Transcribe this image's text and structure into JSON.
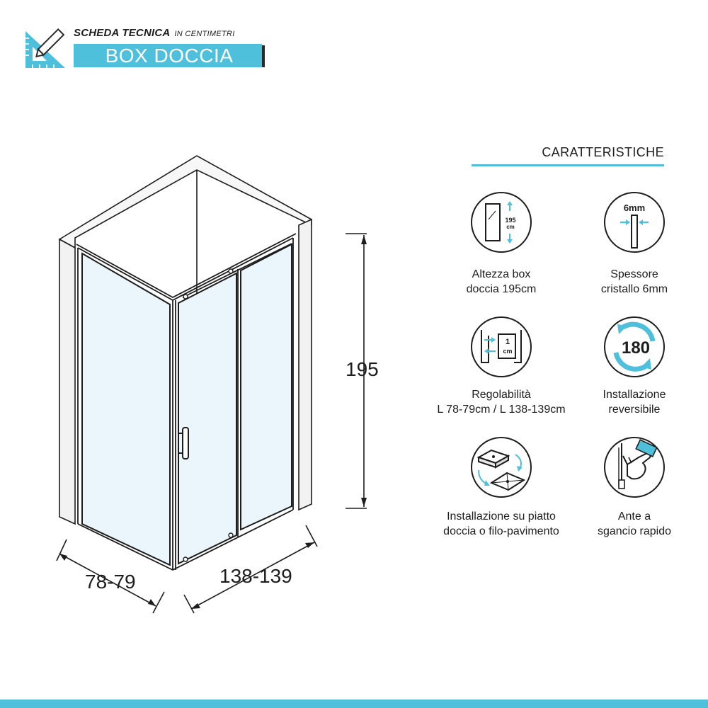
{
  "header": {
    "subtitle": "SCHEDA TECNICA",
    "subtitle_small": "IN CENTIMETRI",
    "title": "BOX DOCCIA"
  },
  "dimensions": {
    "height": "195",
    "depth": "78-79",
    "width": "138-139"
  },
  "features": {
    "title": "CARATTERISTICHE",
    "items": [
      {
        "icon": "height-icon",
        "icon_text": "195",
        "icon_unit": "cm",
        "line1": "Altezza box",
        "line2": "doccia 195cm"
      },
      {
        "icon": "glass-thickness-icon",
        "icon_text": "6mm",
        "line1": "Spessore",
        "line2": "cristallo 6mm"
      },
      {
        "icon": "adjustability-icon",
        "icon_text": "1",
        "icon_unit": "cm",
        "line1": "Regolabilità",
        "line2": "L 78-79cm / L 138-139cm"
      },
      {
        "icon": "reversible-icon",
        "icon_text": "180",
        "line1": "Installazione",
        "line2": "reversibile"
      },
      {
        "icon": "tray-floor-icon",
        "line1": "Installazione su piatto",
        "line2": "doccia o filo-pavimento"
      },
      {
        "icon": "quick-release-icon",
        "line1": "Ante a",
        "line2": "sgancio rapido"
      }
    ]
  },
  "colors": {
    "accent": "#4fc0dc",
    "ink": "#1d1d1d",
    "glass": "#eaf6fb"
  }
}
